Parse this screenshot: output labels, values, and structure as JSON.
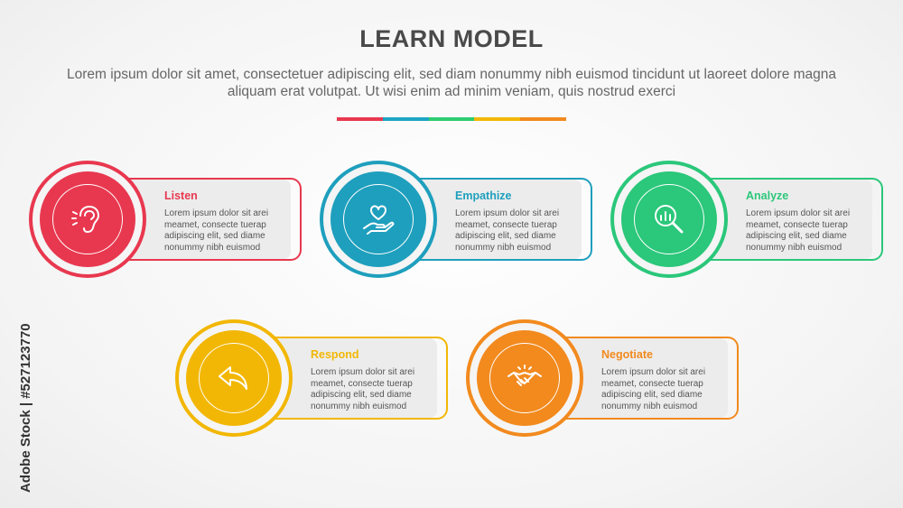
{
  "title": "LEARN MODEL",
  "subtitle": "Lorem ipsum dolor sit amet, consectetuer adipiscing elit, sed diam nonummy nibh euismod tincidunt ut laoreet dolore magna aliquam erat volutpat. Ut wisi enim ad minim veniam, quis nostrud exerci",
  "rule_colors": [
    "#e8384f",
    "#1ea5c4",
    "#2ecc71",
    "#f2b705",
    "#f28a1e"
  ],
  "items": [
    {
      "label": "Listen",
      "color": "#e8384f",
      "icon": "ear-icon",
      "text": "Lorem ipsum dolor sit arei meamet, consecte tuerap adipiscing elit, sed diame nonummy nibh euismod"
    },
    {
      "label": "Empathize",
      "color": "#1e9fbd",
      "icon": "heart-hand-icon",
      "text": "Lorem ipsum dolor sit arei meamet, consecte tuerap adipiscing elit, sed diame nonummy nibh euismod"
    },
    {
      "label": "Analyze",
      "color": "#2bc77a",
      "icon": "magnifier-chart-icon",
      "text": "Lorem ipsum dolor sit arei meamet, consecte tuerap adipiscing elit, sed diame nonummy nibh euismod"
    },
    {
      "label": "Respond",
      "color": "#f2b705",
      "icon": "reply-arrow-icon",
      "text": "Lorem ipsum dolor sit arei meamet, consecte tuerap adipiscing elit, sed diame nonummy nibh euismod"
    },
    {
      "label": "Negotiate",
      "color": "#f28a1e",
      "icon": "handshake-icon",
      "text": "Lorem ipsum dolor sit arei meamet, consecte tuerap adipiscing elit, sed diame nonummy nibh euismod"
    }
  ],
  "watermark": "Adobe Stock | #527123770"
}
